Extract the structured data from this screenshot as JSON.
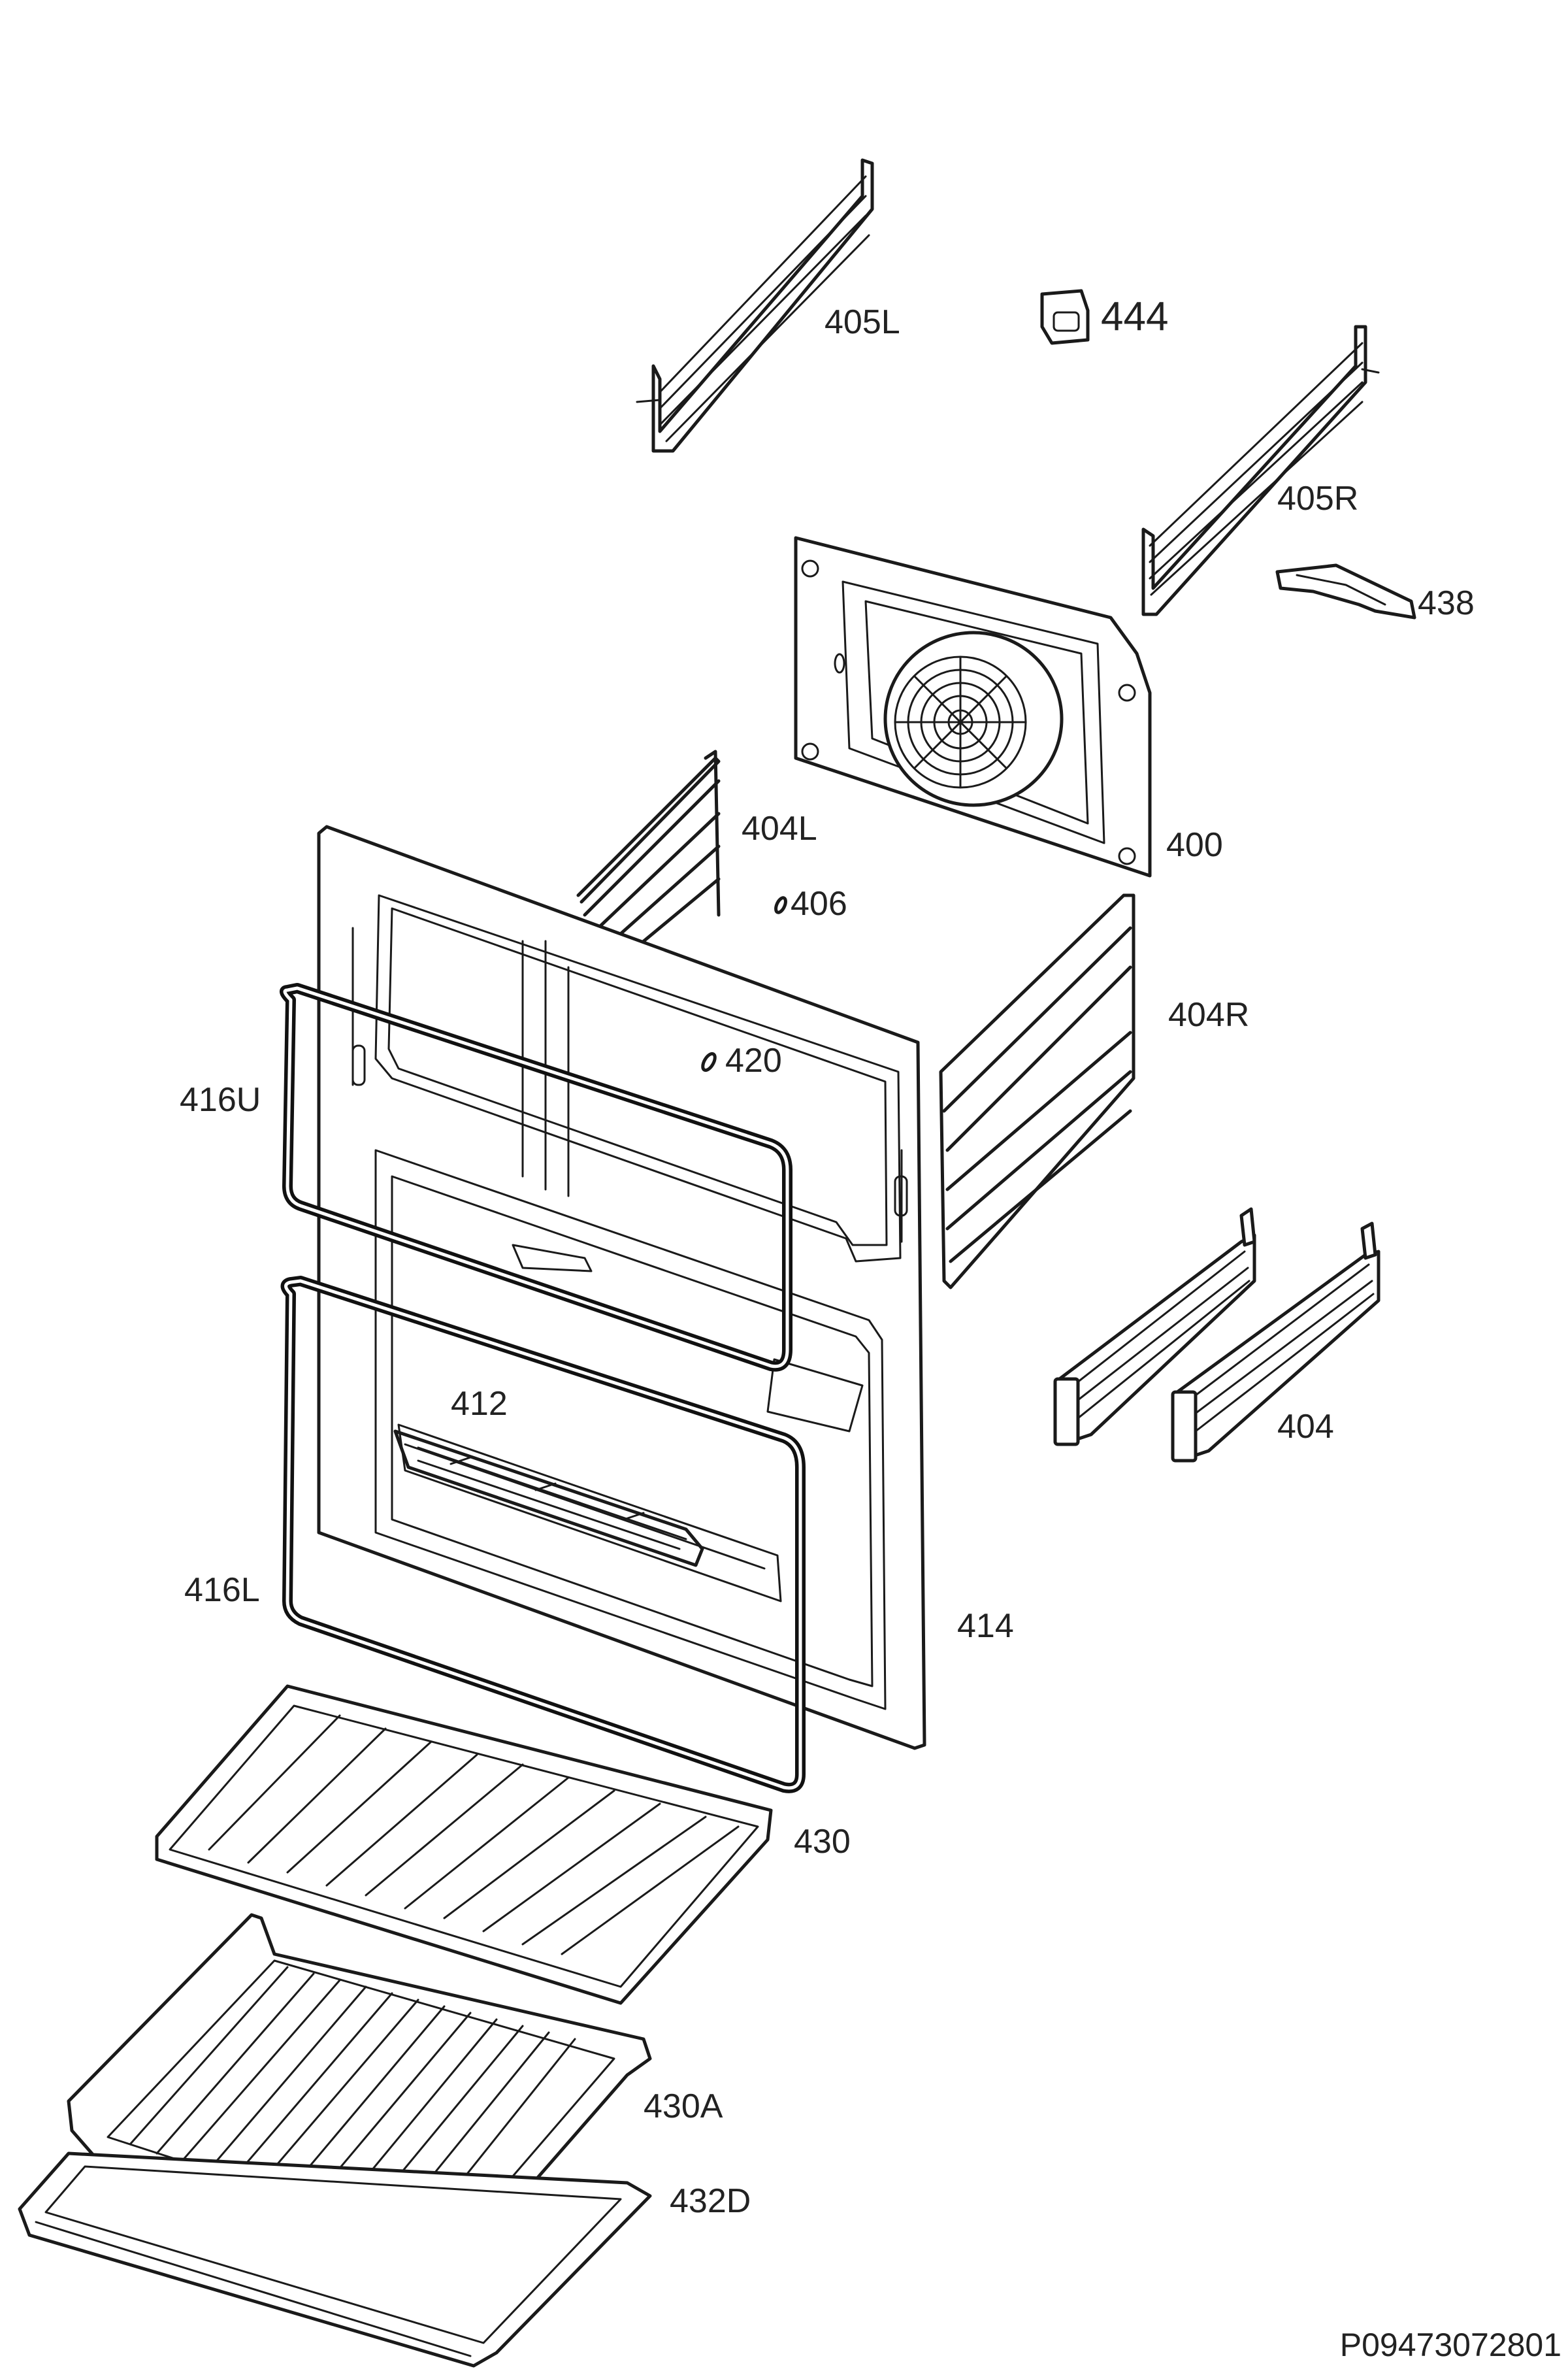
{
  "callouts": {
    "c405L": "405L",
    "c444": "444",
    "c405R": "405R",
    "c438": "438",
    "c400": "400",
    "c404L": "404L",
    "c406": "406",
    "c404R": "404R",
    "c420": "420",
    "c416U": "416U",
    "c412": "412",
    "c404": "404",
    "c416L": "416L",
    "c414": "414",
    "c430": "430",
    "c430A": "430A",
    "c432D": "432D"
  },
  "document_id": "P09473072801",
  "colors": {
    "line": "#1a1a1a",
    "background": "#ffffff"
  }
}
